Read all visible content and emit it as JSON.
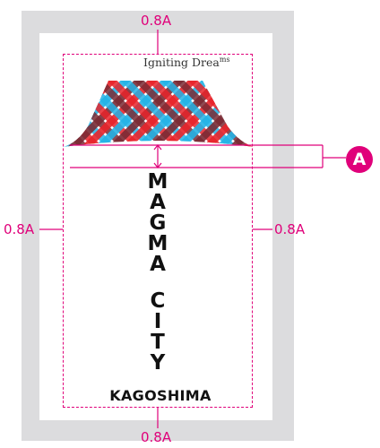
{
  "dimensions": {
    "top": "0.8A",
    "left": "0.8A",
    "right": "0.8A",
    "bottom": "0.8A"
  },
  "logo": {
    "tagline_main": "Igniting Drea",
    "tagline_sup": "ms",
    "wordmark_letters": [
      "M",
      "A",
      "G",
      "M",
      "A",
      "C",
      "I",
      "T",
      "Y"
    ],
    "location": "KAGOSHIMA",
    "pattern_colors": [
      "#e8232a",
      "#23b3e6",
      "#7a2a34"
    ]
  },
  "callout": {
    "label": "A"
  },
  "colors": {
    "guide": "#e0007a",
    "frame": "#dcdcde"
  }
}
